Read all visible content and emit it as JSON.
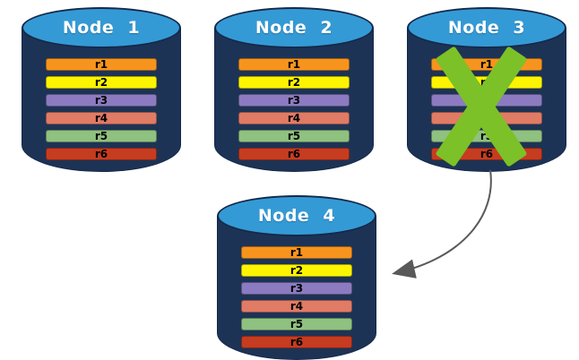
{
  "background_color": "#FFFFFF",
  "cylinder": {
    "top_color": "#349AD5",
    "body_color": "#1D3355",
    "outline_color": "#14294B",
    "title_color": "#FFFFFF",
    "record_text_color": "#000000"
  },
  "record_colors": {
    "r1": "#F7941D",
    "r2": "#FCF400",
    "r3": "#8C7BC0",
    "r4": "#E07B66",
    "r5": "#8FC180",
    "r6": "#C63C21"
  },
  "nodes": [
    {
      "label": "Node 1",
      "records": [
        "r1",
        "r2",
        "r3",
        "r4",
        "r5",
        "r6"
      ]
    },
    {
      "label": "Node 2",
      "records": [
        "r1",
        "r2",
        "r3",
        "r4",
        "r5",
        "r6"
      ]
    },
    {
      "label": "Node 3",
      "records": [
        "r1",
        "r2",
        "r3",
        "r4",
        "r5",
        "r6"
      ],
      "status": "failed"
    },
    {
      "label": "Node 4",
      "records": [
        "r1",
        "r2",
        "r3",
        "r4",
        "r5",
        "r6"
      ]
    }
  ],
  "failure_mark": {
    "color": "#7CC127",
    "on_node": "Node 3"
  },
  "arrow": {
    "color": "#595959",
    "from_node": "Node 3",
    "to_node": "Node 4"
  }
}
